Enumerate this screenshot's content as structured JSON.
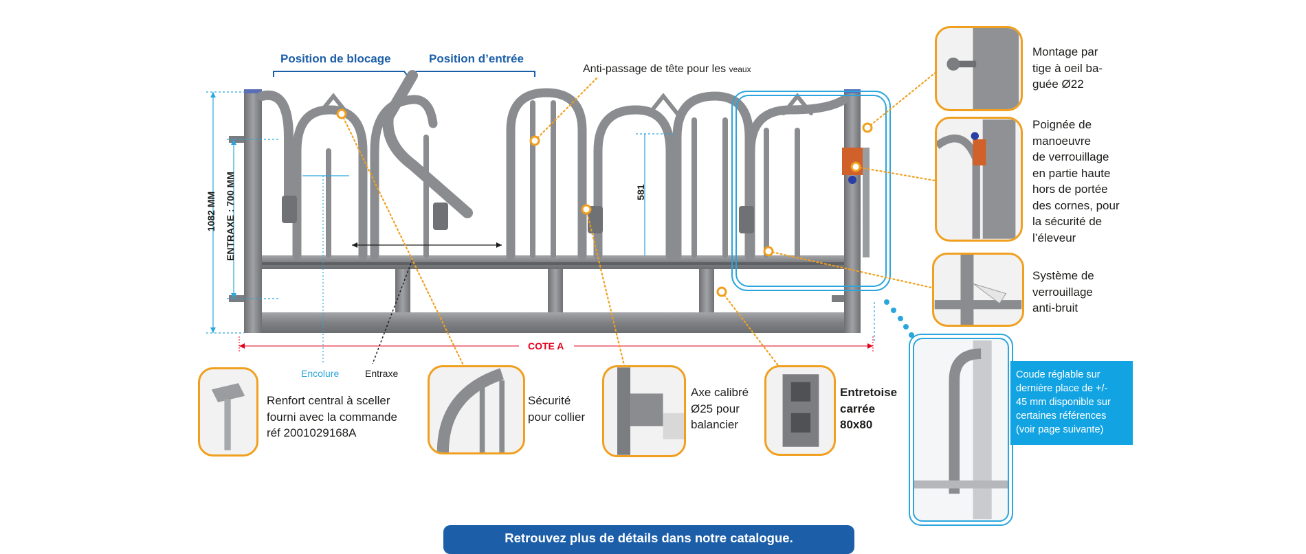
{
  "headers": {
    "position_blocage": "Position de blocage",
    "position_entree": "Position d’entrée"
  },
  "anti_passage": {
    "main": "Anti-passage de tête pour les ",
    "small": "veaux"
  },
  "dimensions": {
    "height_total": "1082 MM",
    "entraxe": "ENTRAXE : 700 MM",
    "height_581": "581",
    "cote_a": "COTE A",
    "encolure": "Encolure",
    "entraxe_label": "Entraxe"
  },
  "callouts": {
    "montage": [
      "Montage par",
      "tige à oeil ba-",
      "guée Ø22"
    ],
    "poignee": [
      "Poignée de",
      "manoeuvre",
      "de verrouillage",
      "en partie haute",
      "hors de portée",
      "des cornes, pour",
      "la sécurité de",
      "l’éleveur"
    ],
    "systeme": [
      "Système de",
      "verrouillage",
      "anti-bruit"
    ],
    "renfort": [
      "Renfort central à sceller",
      "fourni avec la commande",
      "réf 2001029168A"
    ],
    "securite": [
      "Sécurité",
      "pour collier"
    ],
    "axe": [
      "Axe calibré",
      "Ø25 pour",
      "balancier"
    ],
    "entretoise": [
      "Entretoise",
      "carrée",
      "80x80"
    ],
    "coude": [
      "Coude réglable sur",
      "dernière place de +/-",
      "45 mm disponible sur",
      "certaines références",
      "(voir page suivante)"
    ]
  },
  "banner": "Retrouvez plus de détails dans notre catalogue.",
  "colors": {
    "orange": "#f0a01e",
    "blue_callout": "#12a3e3",
    "navy": "#1c5fa8",
    "red_dimension": "#e3001b",
    "steel": "#8a8c8f",
    "dim_blue": "#2aa6dc"
  }
}
